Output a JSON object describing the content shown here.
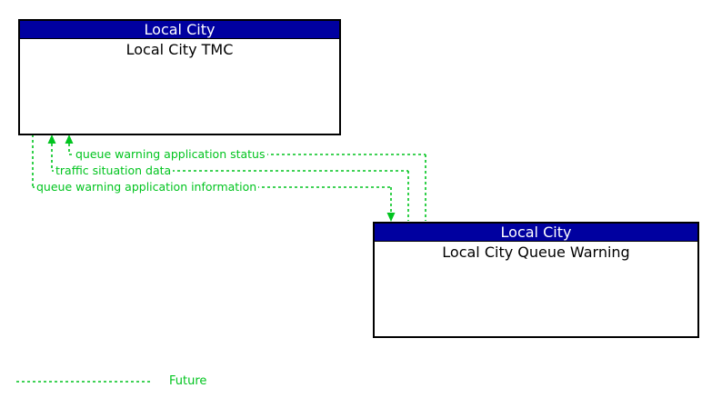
{
  "colors": {
    "header_bg": "#0000A0",
    "header_text": "#ffffff",
    "box_border": "#000000",
    "body_text": "#000000",
    "flow_green": "#00C41E",
    "canvas_bg": "#ffffff"
  },
  "boxes": [
    {
      "group": "Local City",
      "title": "Local City TMC"
    },
    {
      "group": "Local City",
      "title": "Local City Queue Warning"
    }
  ],
  "flows": [
    {
      "label": "queue warning application status",
      "from": "Local City Queue Warning",
      "to": "Local City TMC",
      "status": "future",
      "line_style": "dashed"
    },
    {
      "label": "traffic situation data",
      "from": "Local City Queue Warning",
      "to": "Local City TMC",
      "status": "future",
      "line_style": "dashed"
    },
    {
      "label": "queue warning application information",
      "from": "Local City TMC",
      "to": "Local City Queue Warning",
      "status": "future",
      "line_style": "dashed"
    }
  ],
  "legend": {
    "label": "Future",
    "line_style": "dashed"
  }
}
